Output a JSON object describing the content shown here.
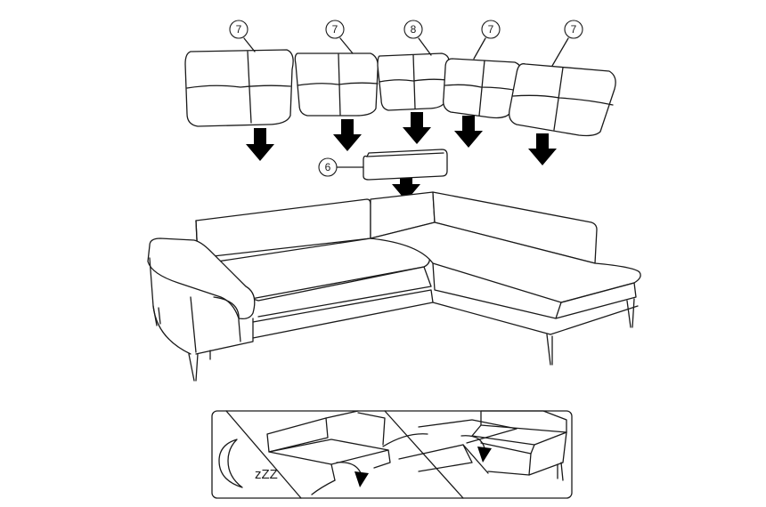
{
  "callouts": {
    "c1": "7",
    "c2": "7",
    "c3": "8",
    "c4": "7",
    "c5": "7",
    "c6": "6"
  },
  "sleep_panel": {
    "sleep_text": "zZZ",
    "icon": "crescent-moon-icon"
  },
  "colors": {
    "line": "#1a1a1a",
    "arrow": "#000000",
    "background": "#ffffff"
  }
}
